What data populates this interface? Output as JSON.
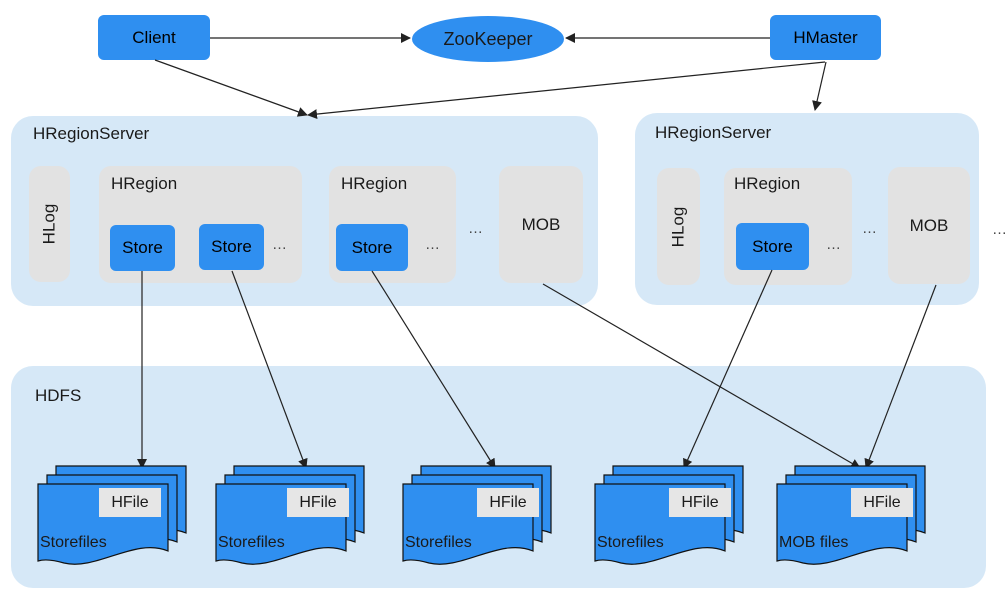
{
  "top": {
    "client": "Client",
    "zookeeper": "ZooKeeper",
    "hmaster": "HMaster"
  },
  "server_left": {
    "title": "HRegionServer",
    "hlog": "HLog",
    "region1": {
      "title": "HRegion",
      "store_a": "Store",
      "store_b": "Store",
      "more": "…"
    },
    "region2": {
      "title": "HRegion",
      "store": "Store",
      "more": "…"
    },
    "more": "…",
    "mob": "MOB"
  },
  "server_right": {
    "title": "HRegionServer",
    "hlog": "HLog",
    "region": {
      "title": "HRegion",
      "store": "Store",
      "more": "…"
    },
    "more": "…",
    "mob": "MOB",
    "overflow": "…"
  },
  "hdfs": {
    "title": "HDFS",
    "files": [
      {
        "hfile": "HFile",
        "label": "Storefiles"
      },
      {
        "hfile": "HFile",
        "label": "Storefiles"
      },
      {
        "hfile": "HFile",
        "label": "Storefiles"
      },
      {
        "hfile": "HFile",
        "label": "Storefiles"
      },
      {
        "hfile": "HFile",
        "label": "MOB files"
      }
    ]
  },
  "colors": {
    "panel": "#d6e8f7",
    "node": "#2f8ff0",
    "gray_box": "#e2e2e2",
    "line": "#222222"
  }
}
